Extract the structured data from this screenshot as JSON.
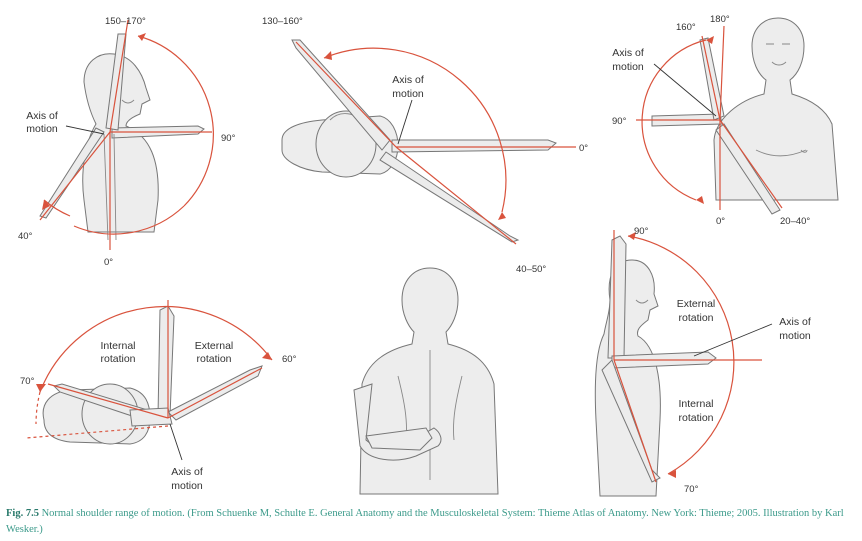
{
  "panels": {
    "flexion": {
      "range": "150–170°",
      "axis": [
        "Axis of",
        "motion"
      ],
      "deg_90": "90°",
      "deg_40": "40°",
      "deg_0": "0°"
    },
    "horizontal": {
      "range": "130–160°",
      "axis": [
        "Axis of",
        "motion"
      ],
      "deg_0": "0°",
      "deg_bottom": "40–50°"
    },
    "abduction": {
      "deg_160": "160°",
      "deg_180": "180°",
      "axis": [
        "Axis of",
        "motion"
      ],
      "deg_90": "90°",
      "deg_0": "0°",
      "deg_adduction": "20–40°"
    },
    "rotation_top": {
      "internal": [
        "Internal",
        "rotation"
      ],
      "external": [
        "External",
        "rotation"
      ],
      "deg_70": "70°",
      "deg_60": "60°",
      "axis": [
        "Axis of",
        "motion"
      ]
    },
    "rotation_side": {
      "deg_90": "90°",
      "external": [
        "External",
        "rotation"
      ],
      "axis": [
        "Axis of",
        "motion"
      ],
      "internal": [
        "Internal",
        "rotation"
      ],
      "deg_70": "70°"
    }
  },
  "caption": {
    "label": "Fig. 7.5",
    "text": " Normal shoulder range of motion. (From Schuenke M, Schulte E. General Anatomy and the Musculoskeletal System: Thieme Atlas of Anatomy. New York: Thieme; 2005. Illustration by Karl Wesker.)"
  }
}
